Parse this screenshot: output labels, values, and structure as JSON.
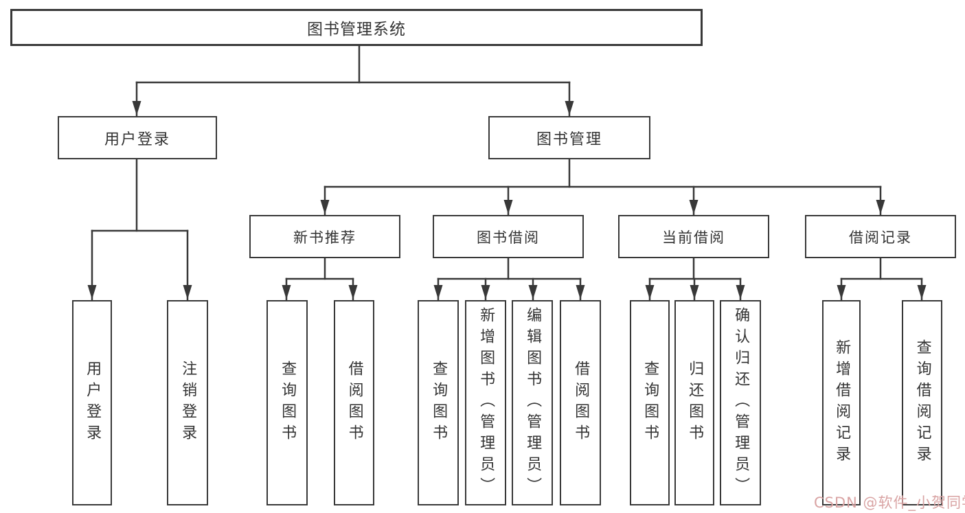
{
  "nodes": {
    "root": {
      "label": "图书管理系统"
    },
    "user_login": {
      "label": "用户登录"
    },
    "book_mgmt": {
      "label": "图书管理"
    },
    "new_book_rec": {
      "label": "新书推荐"
    },
    "book_borrow": {
      "label": "图书借阅"
    },
    "current_borrow": {
      "label": "当前借阅"
    },
    "borrow_record": {
      "label": "借阅记录"
    },
    "ul_login": {
      "label": "用户登录"
    },
    "ul_logout": {
      "label": "注销登录"
    },
    "nbr_query": {
      "label": "查询图书"
    },
    "nbr_borrow": {
      "label": "借阅图书"
    },
    "bb_query": {
      "label": "查询图书"
    },
    "bb_add": {
      "label": "新增图书（管理员）"
    },
    "bb_edit": {
      "label": "编辑图书（管理员）"
    },
    "bb_borrow": {
      "label": "借阅图书"
    },
    "cb_query": {
      "label": "查询图书"
    },
    "cb_return": {
      "label": "归还图书"
    },
    "cb_confirm": {
      "label": "确认归还（管理员）"
    },
    "br_add": {
      "label": "新增借阅记录"
    },
    "br_query": {
      "label": "查询借阅记录"
    }
  },
  "watermark": {
    "text": "CSDN @软件_小贺同学",
    "color": "#d9a3a3"
  },
  "colors": {
    "line": "#383838",
    "box_border": "#383838",
    "text": "#333333",
    "background": "#ffffff"
  }
}
